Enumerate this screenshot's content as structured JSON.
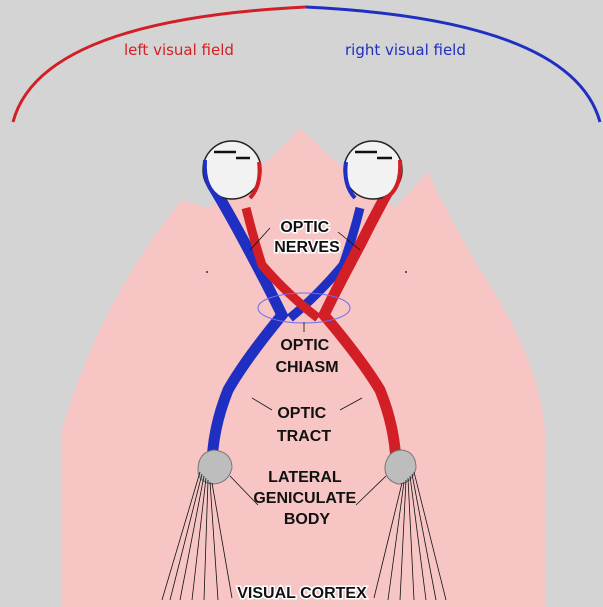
{
  "visual_fields": {
    "left": "left visual field",
    "right": "right visual field"
  },
  "structures": {
    "optic_nerves": [
      "OPTIC",
      "NERVES"
    ],
    "optic_chiasm": [
      "OPTIC",
      "CHIASM"
    ],
    "optic_tract": [
      "OPTIC",
      "TRACT"
    ],
    "lgb": [
      "LATERAL",
      "GENICULATE",
      "BODY"
    ],
    "visual_cortex": "VISUAL CORTEX"
  },
  "colors": {
    "left_field": "#d21f26",
    "right_field": "#1e2fc2",
    "brain": "#f8c5c5",
    "background": "#d4d4d4",
    "lgb": "#bdbdbd"
  }
}
